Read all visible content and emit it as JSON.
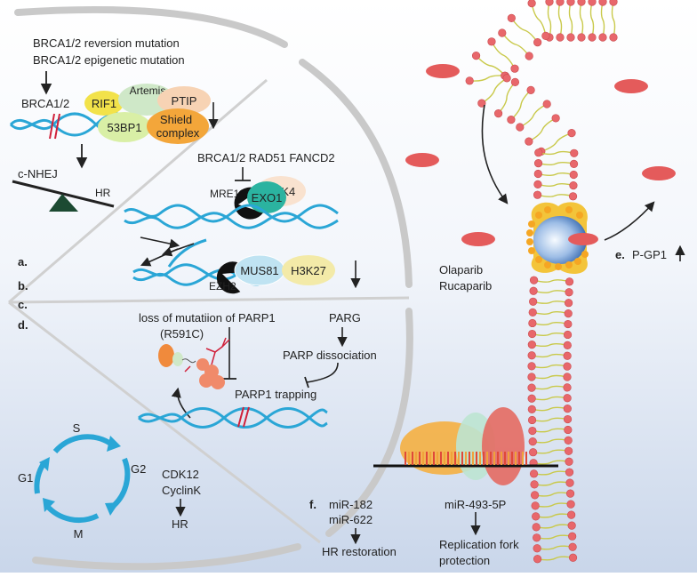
{
  "panel_a": {
    "mutation_line1": "BRCA1/2 reversion mutation",
    "mutation_line2": "BRCA1/2 epigenetic mutation",
    "brca_label": "BRCA1/2",
    "rif1": "RIF1",
    "artemis": "Artemis",
    "ptip": "PTIP",
    "bp53": "53BP1",
    "shield1": "Shield",
    "shield2": "complex",
    "cnhej": "c-NHEJ",
    "hr": "HR",
    "tag": "a."
  },
  "panel_b": {
    "genes": "BRCA1/2 RAD51 FANCD2",
    "h3k4": "H3K4",
    "mre11": "MRE11",
    "exo1": "EXO1",
    "mus81": "MUS81",
    "h3k27": "H3K27",
    "ezh2": "EZH2",
    "tag": "b."
  },
  "panel_c": {
    "tag": "c."
  },
  "panel_d": {
    "loss_line1": "loss of mutatiion of PARP1",
    "loss_line2": "(R591C)",
    "parg": "PARG",
    "dissociation": "PARP dissociation",
    "trapping": "PARP1 trapping",
    "tag": "d."
  },
  "cell_cycle": {
    "s": "S",
    "g1": "G1",
    "g2": "G2",
    "m": "M",
    "cdk12": "CDK12",
    "cyclink": "CyclinK",
    "hr": "HR"
  },
  "panel_e": {
    "drug1": "Olaparib",
    "drug2": "Rucaparib",
    "tag": "e.",
    "pgp1": "P-GP1"
  },
  "panel_f": {
    "tag": "f.",
    "mir182": "miR-182",
    "mir622": "miR-622",
    "restoration": "HR restoration",
    "mir493": "miR-493-5P",
    "fork1": "Replication fork",
    "fork2": "protection"
  },
  "colors": {
    "dna": "#2aa6d6",
    "membrane_head": "#e8676b",
    "membrane_tail": "#c9c94a",
    "rif1": "#f2e24a",
    "artemis": "#cfe8c8",
    "ptip": "#f7d3b4",
    "bp53": "#d9efa6",
    "shield": "#f3a63a",
    "exo1": "#2bb3a0",
    "mus81": "#bfe3f2",
    "h3k4": "#f9e2cf",
    "h3k27": "#f3eaa8",
    "drug": "#e45b5b",
    "divider": "#c9c9c9"
  }
}
